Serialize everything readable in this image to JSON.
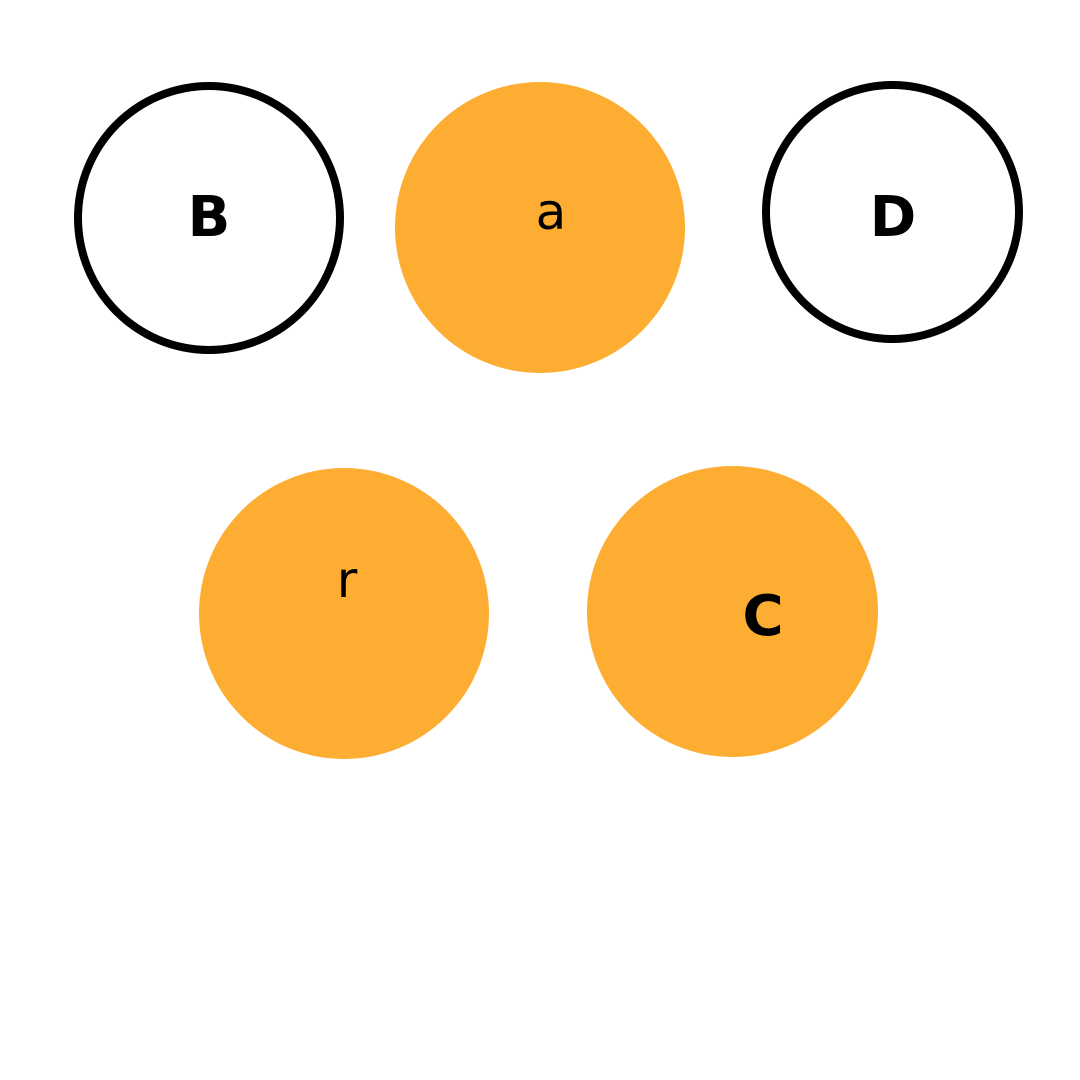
{
  "colors": {
    "fill": "#FEAD33",
    "outline": "#000000",
    "text": "#000000"
  },
  "nodes": [
    {
      "id": "B",
      "label": "B",
      "style": "outline"
    },
    {
      "id": "a",
      "label": "a",
      "style": "filled"
    },
    {
      "id": "D",
      "label": "D",
      "style": "outline"
    },
    {
      "id": "r",
      "label": "r",
      "style": "filled"
    },
    {
      "id": "C",
      "label": "C",
      "style": "filled"
    }
  ]
}
